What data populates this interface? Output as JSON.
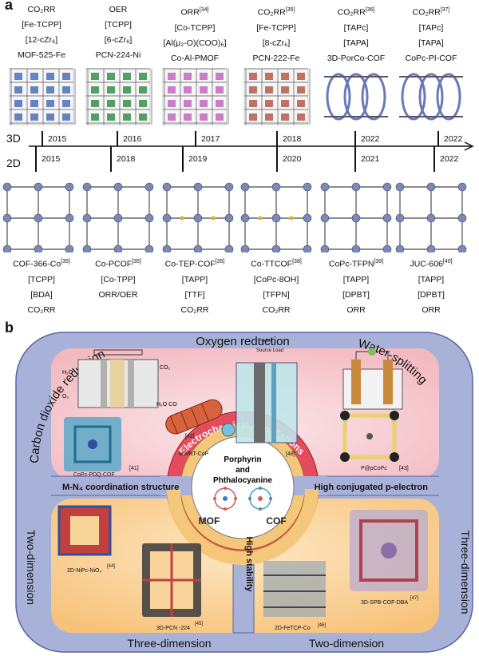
{
  "panel_a": {
    "letter": "a",
    "top_row": [
      {
        "lines": [
          "CO₂RR",
          "[Fe-TCPP]",
          "[12-cZr₆]",
          "MOF-525-Fe"
        ],
        "ref": ""
      },
      {
        "lines": [
          "OER",
          "[TCPP]",
          "[6-cZr₆]",
          "PCN-224-Ni"
        ],
        "ref": ""
      },
      {
        "lines": [
          "ORR",
          "[Co-TCPP]",
          "[Al(μ₂-O)(COO)₆]",
          "Co-Al-PMOF"
        ],
        "ref": "[34]"
      },
      {
        "lines": [
          "CO₂RR",
          "[Fe-TCPP]",
          "[8-cZr₆]",
          "PCN-222-Fe"
        ],
        "ref": "[35]"
      },
      {
        "lines": [
          "CO₂RR",
          "[TAPc]",
          "[TAPA]",
          "3D-PorCo-COF"
        ],
        "ref": "[36]"
      },
      {
        "lines": [
          "CO₂RR",
          "[TAPc]",
          "[TAPA]",
          "CoPc-PI-COF"
        ],
        "ref": "[37]"
      }
    ],
    "label_3d": "3D",
    "label_2d": "2D",
    "years_3d": [
      "2015",
      "2016",
      "2017",
      "2018",
      "2022",
      "2022"
    ],
    "years_2d": [
      "2015",
      "2018",
      "2019",
      "2020",
      "2021",
      "2022"
    ],
    "bottom_row": [
      {
        "lines": [
          "COF-366-Co",
          "[TCPP]",
          "[BDA]",
          "CO₂RR"
        ],
        "ref": "[35]"
      },
      {
        "lines": [
          "Co-PCOF",
          "[Co-TPP]",
          "ORR/OER"
        ],
        "ref": "[35]"
      },
      {
        "lines": [
          "Co-TEP-COF",
          "[TAPP]",
          "[TTF]",
          "CO₂RR"
        ],
        "ref": "[35]"
      },
      {
        "lines": [
          "Co-TTCOF",
          "[CoPc-8OH]",
          "[TFPN]",
          "CO₂RR"
        ],
        "ref": "[38]"
      },
      {
        "lines": [
          "CoPc-TFPN",
          "[TAPP]",
          "[DPBT]",
          "ORR"
        ],
        "ref": "[39]"
      },
      {
        "lines": [
          "JUC-606",
          "[TAPP]",
          "[DPBT]",
          "ORR"
        ],
        "ref": "[40]"
      }
    ]
  },
  "panel_b": {
    "letter": "b",
    "outer": {
      "top_left": "Carbon dioxide reduction",
      "top": "Oxygen reduction",
      "top_right": "Water-splitting",
      "right": "Three-dimension",
      "bottom_left": "Two-dimension",
      "bottom_center": "Three-dimension",
      "bottom_right": "Two-dimension"
    },
    "band_left": "M-N₄ coordination structure",
    "band_right": "High conjugated p-electron",
    "center_arc": "Electrochemical Applications",
    "center_title": "Porphyrin and Phthalocyanine",
    "mof": "MOF",
    "cof": "COF",
    "stability": "High stability",
    "labels": {
      "copc_pdq": "CoPc-PDQ-COF",
      "ref41": "[41]",
      "mwnt": "MWNT-CoP",
      "ref42": "[42]",
      "ref48": "[48]",
      "ppcope": "P@pCoPc",
      "ref43": "[43]",
      "nipc": "2D-NiPc-NiO₄",
      "ref44": "[44]",
      "pcn224": "3D-PCN -224",
      "ref45": "[45]",
      "fetcp": "2D-FeTCP-Co",
      "ref46": "[46]",
      "spb": "3D-SPB-COF-DBA",
      "ref47": "[47]",
      "power": "Power",
      "source_load": "Source Load",
      "h2o": "H₂O",
      "co2": "CO₂",
      "h2o_co": "H₂O CO",
      "o2": "O₂"
    },
    "colors": {
      "outer_ring": "#a8b2d8",
      "top_fill": "#f4c6cc",
      "bottom_fill": "#f9d49a",
      "arc_red": "#e44b5c",
      "inner_ring": "#f5c77a"
    }
  }
}
